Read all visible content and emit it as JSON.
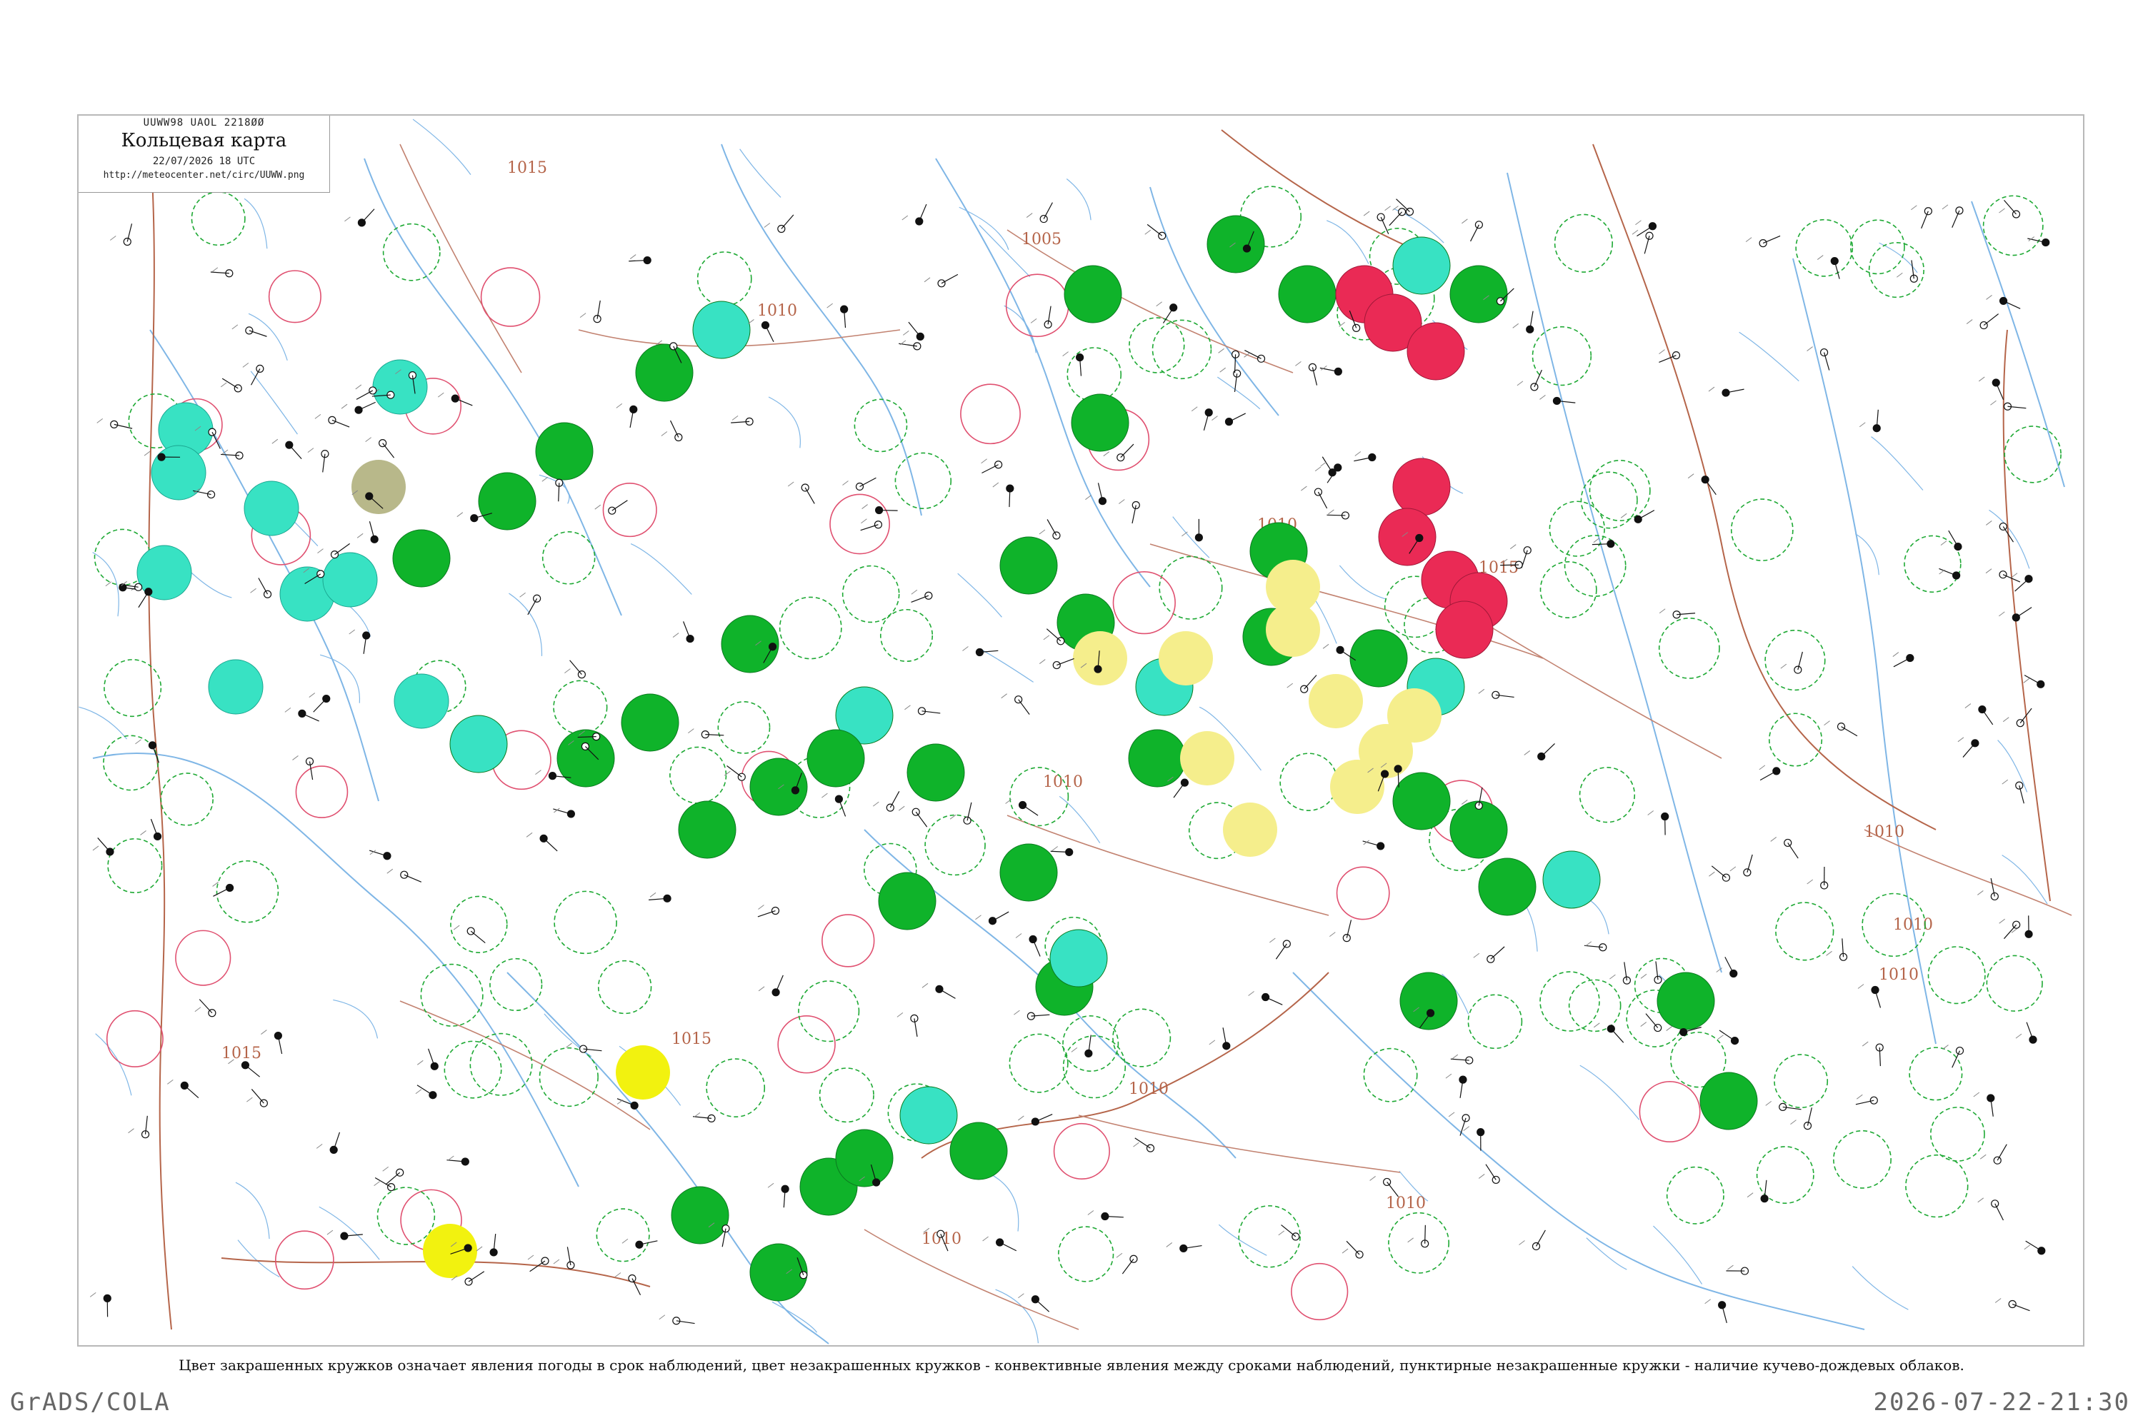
{
  "header": {
    "code": "UUWW98 UAOL 2218ØØ",
    "title": "Кольцевая карта",
    "date": "22/07/2026 18 UTC",
    "url": "http://meteocenter.net/circ/UUWW.png"
  },
  "legend_note": "Цвет закрашенных кружков означает явления погоды в срок наблюдений, цвет незакрашенных кружков - конвективные явления между сроками наблюдений, пунктирные незакрашенные кружки - наличие кучево-дождевых облаков.",
  "footer": {
    "left": "GrADS/COLA",
    "right": "2026-07-22-21:30"
  },
  "isobar_labels": [
    "1015",
    "1010",
    "1005",
    "1010",
    "1015",
    "1010",
    "1010",
    "1015",
    "1010",
    "1010",
    "1015",
    "1010",
    "1010",
    "1010"
  ],
  "colors": {
    "rain": "#0fb32a",
    "shower": "#38e2c3",
    "thunderstorm": "#ea2a55",
    "fog": "#f5ee8c",
    "drizzle": "#b8b88a",
    "yellow_bright": "#f2f20f",
    "cb_ring": "#1ea934",
    "conv_ring": "#e05070",
    "river": "#7fb6e6",
    "border": "#b5654a",
    "isobar": "#c28270"
  },
  "stations": {
    "filled": [
      {
        "t": "103",
        "c": "shower"
      },
      {
        "t": "128",
        "c": "rain"
      },
      {
        "t": "112",
        "c": "rain"
      },
      {
        "t": "159",
        "c": "shower"
      },
      {
        "t": "169",
        "c": "drizzle"
      },
      {
        "t": "147",
        "c": "fog"
      },
      {
        "t": "151",
        "c": "fog"
      },
      {
        "t": "173",
        "c": "fog"
      },
      {
        "t": "186",
        "c": "fog"
      },
      {
        "t": "161",
        "c": "fog"
      },
      {
        "t": "166",
        "c": "fog"
      },
      {
        "t": "91",
        "c": "yellow_bright"
      },
      {
        "t": "134",
        "c": "rain"
      },
      {
        "t": "143",
        "c": "rain"
      },
      {
        "t": "154",
        "c": "rain"
      },
      {
        "t": "122",
        "c": "rain"
      },
      {
        "t": "134",
        "c": "thunderstorm"
      },
      {
        "t": "143",
        "c": "thunderstorm"
      },
      {
        "t": "205",
        "c": "thunderstorm"
      },
      {
        "t": "139",
        "c": "thunderstorm"
      }
    ]
  }
}
